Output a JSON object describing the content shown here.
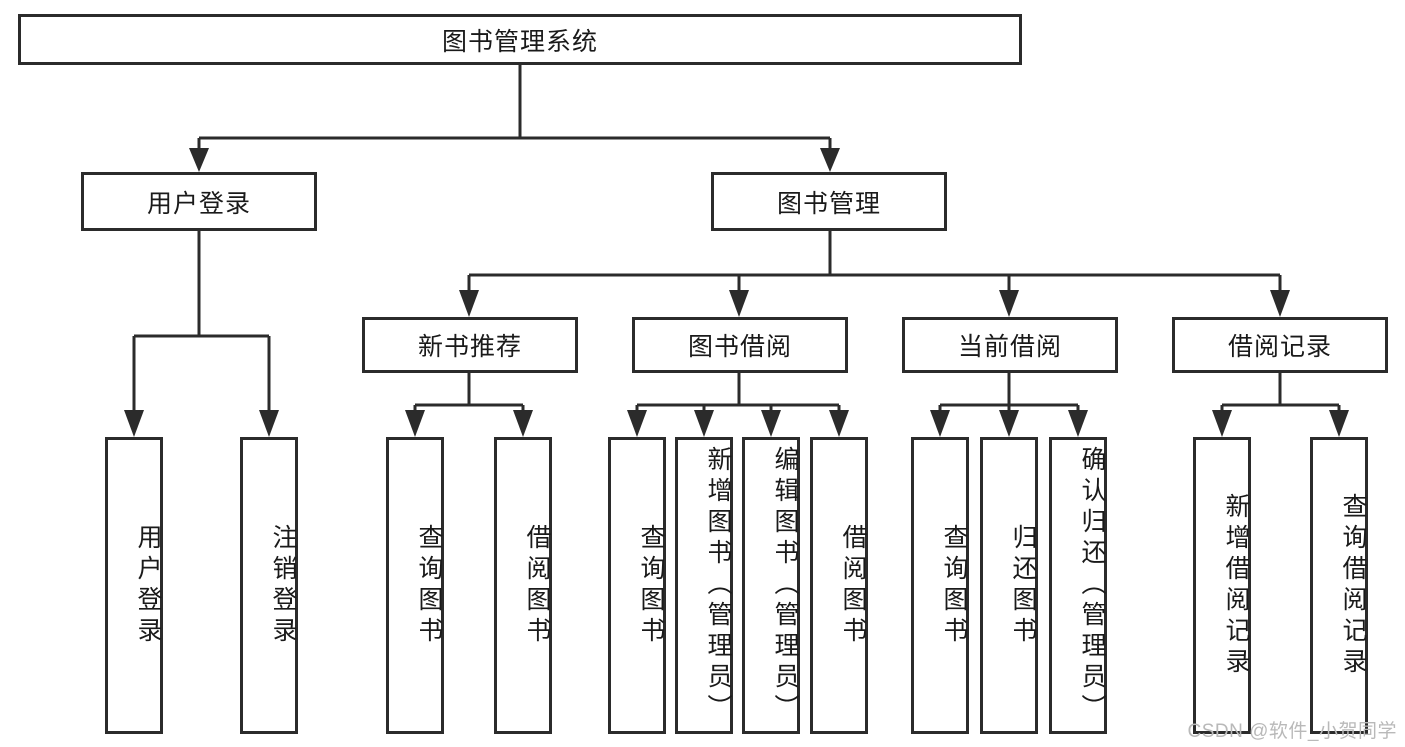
{
  "diagram": {
    "title": "图书管理系统",
    "type": "tree",
    "watermark": "CSDN @软件_小贺同学",
    "colors": {
      "stroke": "#2b2b2b",
      "background": "#ffffff",
      "text": "#1a1a1a",
      "watermark": "#b9b9b9"
    },
    "root": {
      "label": "图书管理系统"
    },
    "level2": [
      {
        "label": "用户登录"
      },
      {
        "label": "图书管理"
      }
    ],
    "level3": [
      {
        "label": "新书推荐"
      },
      {
        "label": "图书借阅"
      },
      {
        "label": "当前借阅"
      },
      {
        "label": "借阅记录"
      }
    ],
    "leaves": [
      {
        "label": "用户登录",
        "parent": "用户登录"
      },
      {
        "label": "注销登录",
        "parent": "用户登录"
      },
      {
        "label": "查询图书",
        "parent": "新书推荐"
      },
      {
        "label": "借阅图书",
        "parent": "新书推荐"
      },
      {
        "label": "查询图书",
        "parent": "图书借阅"
      },
      {
        "label": "新增图书（管理员）",
        "parent": "图书借阅"
      },
      {
        "label": "编辑图书（管理员）",
        "parent": "图书借阅"
      },
      {
        "label": "借阅图书",
        "parent": "图书借阅"
      },
      {
        "label": "查询图书",
        "parent": "当前借阅"
      },
      {
        "label": "归还图书",
        "parent": "当前借阅"
      },
      {
        "label": "确认归还（管理员）",
        "parent": "当前借阅"
      },
      {
        "label": "新增借阅记录",
        "parent": "借阅记录"
      },
      {
        "label": "查询借阅记录",
        "parent": "借阅记录"
      }
    ]
  }
}
